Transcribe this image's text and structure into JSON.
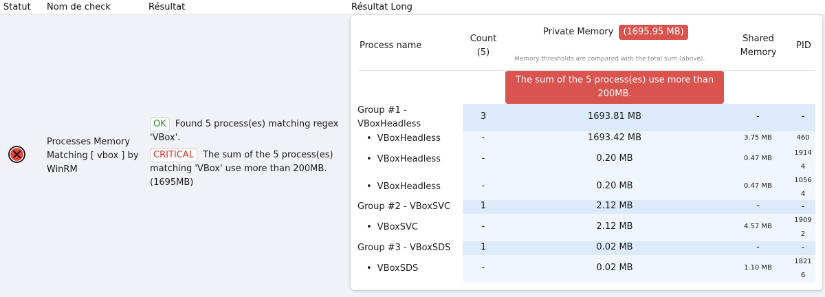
{
  "columns": {
    "statut": "Statut",
    "nom": "Nom de check",
    "resultat": "Résultat",
    "resultat_long": "Résultat Long"
  },
  "check": {
    "status": "critical",
    "name": "Processes Memory Matching [ vbox ] by WinRM",
    "results": [
      {
        "badge": "OK",
        "text": "Found 5 process(es) matching regex 'VBox'."
      },
      {
        "badge": "CRITICAL",
        "text": "The sum of the 5 process(es) matching 'VBox' use more than 200MB. (1695MB)"
      }
    ]
  },
  "table": {
    "headers": {
      "process": "Process name",
      "count": "Count",
      "count_value": "(5)",
      "private": "Private Memory",
      "private_total": "(1695.95 MB)",
      "note": "Memory thresholds are compared with the total sum (above).",
      "shared_line1": "Shared",
      "shared_line2": "Memory",
      "pid": "PID"
    },
    "alert_line1": "The sum of the 5 process(es) use more than",
    "alert_line2": "200MB.",
    "rows": [
      {
        "kind": "group",
        "label_line1": "Group #1 -",
        "label_line2": "VBoxHeadless",
        "count": "3",
        "mem": "1693.81 MB",
        "shared": "-",
        "pid": "-"
      },
      {
        "kind": "item",
        "label": "VBoxHeadless",
        "count": "-",
        "mem": "1693.42 MB",
        "shared": "3.75 MB",
        "pid_line1": "460",
        "pid_line2": ""
      },
      {
        "kind": "item",
        "label": "VBoxHeadless",
        "count": "-",
        "mem": "0.20 MB",
        "shared": "0.47 MB",
        "pid_line1": "1914",
        "pid_line2": "4"
      },
      {
        "kind": "item",
        "label": "VBoxHeadless",
        "count": "-",
        "mem": "0.20 MB",
        "shared": "0.47 MB",
        "pid_line1": "1056",
        "pid_line2": "4"
      },
      {
        "kind": "group",
        "label_line1": "Group #2 - VBoxSVC",
        "label_line2": "",
        "count": "1",
        "mem": "2.12 MB",
        "shared": "-",
        "pid": "-"
      },
      {
        "kind": "item",
        "label": "VBoxSVC",
        "count": "-",
        "mem": "2.12 MB",
        "shared": "4.57 MB",
        "pid_line1": "1909",
        "pid_line2": "2"
      },
      {
        "kind": "group",
        "label_line1": "Group #3 - VBoxSDS",
        "label_line2": "",
        "count": "1",
        "mem": "0.02 MB",
        "shared": "-",
        "pid": "-"
      },
      {
        "kind": "item",
        "label": "VBoxSDS",
        "count": "-",
        "mem": "0.02 MB",
        "shared": "1.10 MB",
        "pid_line1": "1821",
        "pid_line2": "6"
      }
    ]
  },
  "colors": {
    "group_bg": "#dceafb",
    "item_bg": "#f0f6fd",
    "critical": "#d9534f",
    "ok": "#2e8b2e"
  }
}
